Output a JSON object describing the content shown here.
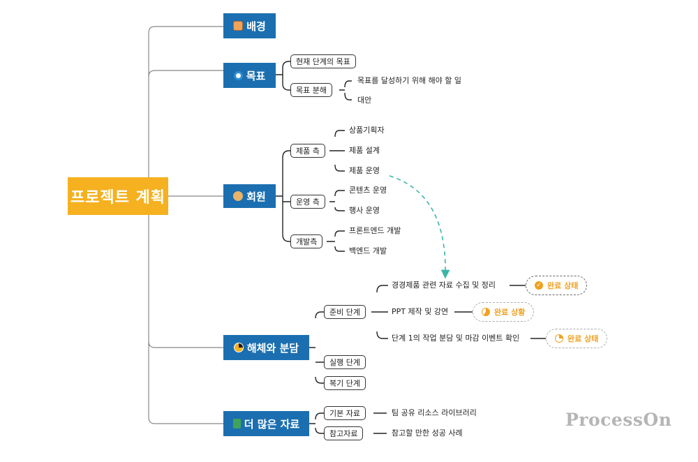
{
  "root": "프로젝트 계획",
  "branches": {
    "background": {
      "label": "배경",
      "icon": "box-icon"
    },
    "goal": {
      "label": "목표",
      "icon": "target-icon",
      "current_goal": "현재 단계의 목표",
      "breakdown": "목표 분해",
      "breakdown_items": [
        "목표를 달성하기 위해 해야 할 일",
        "대안"
      ]
    },
    "members": {
      "label": "회원",
      "icon": "face-icon",
      "product_side": {
        "label": "제품 측",
        "items": [
          "상품기획자",
          "제품 설계",
          "제품 운영"
        ]
      },
      "ops_side": {
        "label": "운영 측",
        "items": [
          "콘텐츠 운영",
          "행사 운영"
        ]
      },
      "dev_side": {
        "label": "개발측",
        "items": [
          "프론트엔드 개발",
          "백엔드 개발"
        ]
      }
    },
    "breakdown_roles": {
      "label": "해체와 분담",
      "icon": "pie-chart-icon",
      "prep_stage": "준비 단계",
      "prep_tasks": [
        {
          "text": "경경제품 관련 자료 수집 및 정리",
          "status": "완료 상태",
          "status_icon": "check-circle-icon"
        },
        {
          "text": "PPT 제작 및 강연",
          "status": "완료 상황",
          "status_icon": "half-pie-icon"
        },
        {
          "text": "단계 1의 작업 분담 및 마감 이벤트 확인",
          "status": "완료 상태",
          "status_icon": "quarter-pie-icon"
        }
      ],
      "exec_stage": "실행 단계",
      "review_stage": "복기 단계"
    },
    "more": {
      "label": "더 많은 자료",
      "icon": "book-icon",
      "basic": {
        "label": "기본 자료",
        "item": "팀 공유 리소스 라이브러리"
      },
      "reference": {
        "label": "참고자료",
        "item": "참고할 만한 성공 사례"
      }
    }
  },
  "watermark": "ProcessOn",
  "colors": {
    "root": "#f5b11f",
    "main": "#1b6fb0",
    "status_text": "#f0a020",
    "dashed_arrow": "#3bb5a6"
  }
}
